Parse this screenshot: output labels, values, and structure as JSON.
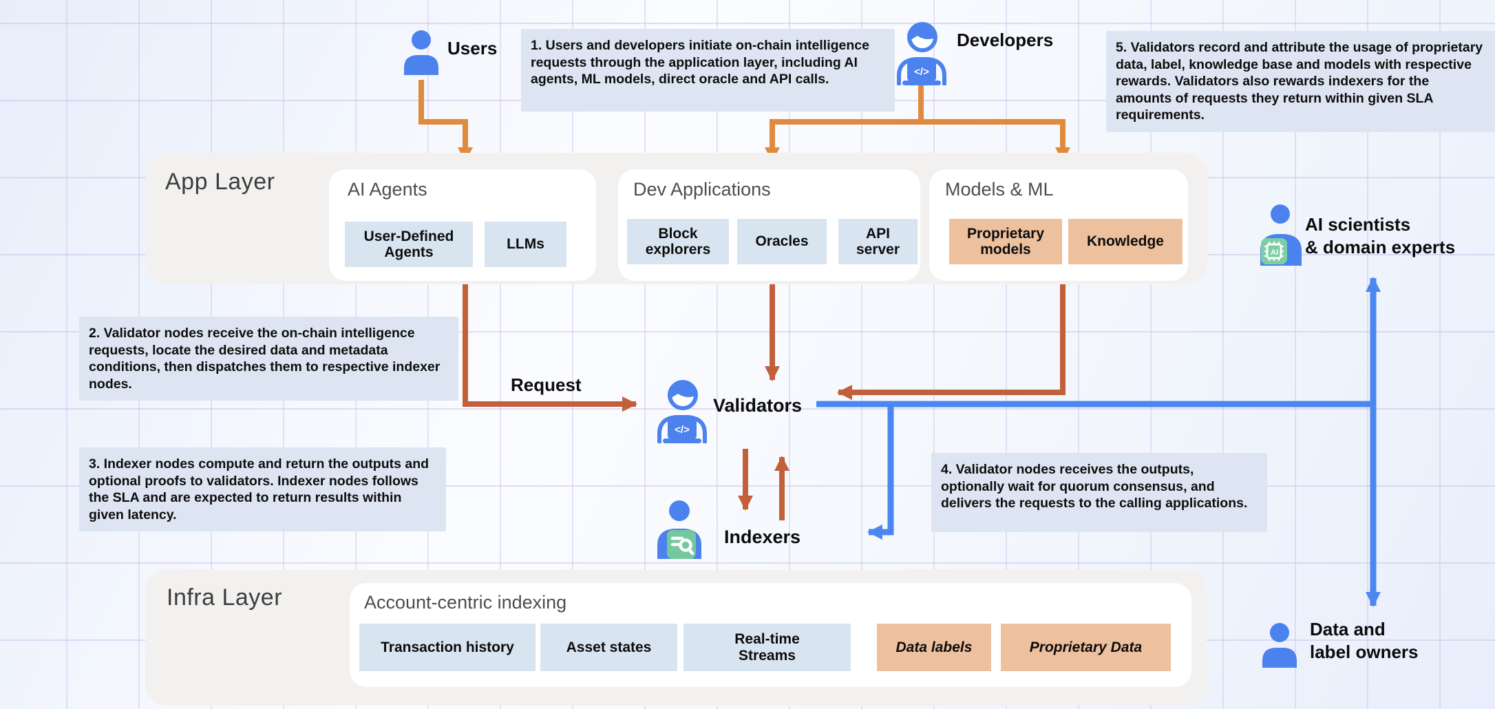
{
  "app_layer": {
    "title": "App Layer",
    "cards": [
      {
        "title": "AI Agents",
        "chips": [
          {
            "label": "User-Defined\nAgents"
          },
          {
            "label": "LLMs"
          }
        ]
      },
      {
        "title": "Dev Applications",
        "chips": [
          {
            "label": "Block\nexplorers"
          },
          {
            "label": "Oracles"
          },
          {
            "label": "API\nserver"
          }
        ]
      },
      {
        "title": "Models & ML",
        "chips": [
          {
            "label": "Proprietary\nmodels"
          },
          {
            "label": "Knowledge"
          }
        ]
      }
    ]
  },
  "infra_layer": {
    "title": "Infra Layer",
    "card": {
      "title": "Account-centric indexing",
      "chips": [
        {
          "label": "Transaction history"
        },
        {
          "label": "Asset states"
        },
        {
          "label": "Real-time\nStreams"
        },
        {
          "label": "Data labels"
        },
        {
          "label": "Proprietary Data"
        }
      ]
    }
  },
  "actors": {
    "users": {
      "label": "Users"
    },
    "developers": {
      "label": "Developers"
    },
    "validators": {
      "label": "Validators"
    },
    "indexers": {
      "label": "Indexers"
    },
    "ai_scientists": {
      "line1": "AI scientists",
      "line2": "& domain experts"
    },
    "data_owners": {
      "line1": "Data and",
      "line2": "label owners"
    }
  },
  "edge_labels": {
    "request": "Request"
  },
  "notes": {
    "note1": "1. Users and developers initiate on-chain intelligence requests through the application layer, including AI agents, ML models, direct oracle and API calls.",
    "note2": "2. Validator nodes receive the on-chain intelligence requests, locate the desired data and metadata conditions, then dispatches them to respective indexer nodes.",
    "note3": "3. Indexer nodes compute and return the outputs and optional proofs to validators. Indexer nodes follows the SLA and are expected to return results within given latency.",
    "note4": "4. Validator nodes receives the outputs, optionally wait for quorum consensus, and delivers the requests to the calling applications.",
    "note5": "5. Validators record and attribute the usage of proprietary data, label, knowledge base and models with respective rewards.  Validators also rewards indexers for the amounts of requests they return within given SLA requirements."
  },
  "icon_glyphs": {
    "laptop_code": "</>",
    "ai_chip": "AI"
  },
  "colors": {
    "arrow_orange": "#E08A3E",
    "arrow_rust": "#C2603C",
    "arrow_blue": "#4C86F0",
    "chip_blue": "#D9E4F1",
    "chip_orange": "#EDC09E",
    "note_bg": "#DCE5F1",
    "layer_bg": "#F2F1EF",
    "card_bg": "#FFFFFF",
    "icon_blue": "#4B82EE",
    "badge_green": "#74C89D"
  }
}
